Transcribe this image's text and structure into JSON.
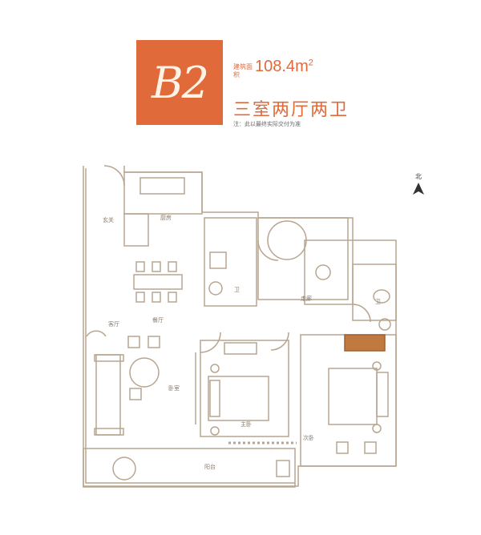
{
  "badge": {
    "code": "B2"
  },
  "area": {
    "label": "建筑面积",
    "value": "108.4",
    "unit": "m",
    "unit_sup": "2"
  },
  "layout": {
    "title": "三室两厅两卫",
    "note": "注：此以最终实际交付为准"
  },
  "compass": {
    "label": "北"
  },
  "rooms": {
    "kitchen": "厨房",
    "dining": "餐厅",
    "living": "客厅",
    "bath1": "卫",
    "bath2": "卫",
    "bedroom_main": "主卧",
    "bedroom2": "次卧",
    "bedroom3": "卧室",
    "balcony": "阳台",
    "entry": "玄关",
    "corridor": "走廊"
  },
  "colors": {
    "accent": "#e06a3a",
    "line": "#b8a590"
  }
}
